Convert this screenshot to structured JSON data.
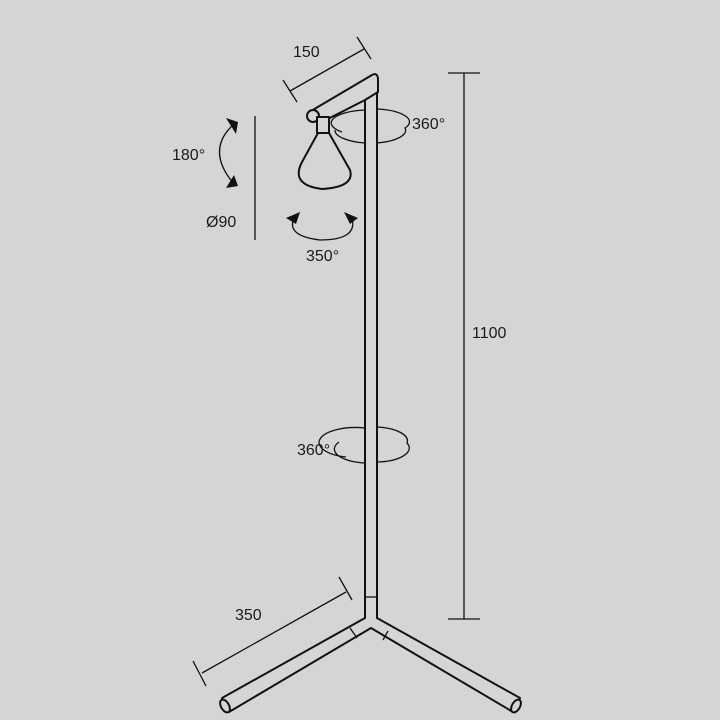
{
  "drawing": {
    "title": "Floor lamp dimension drawing",
    "dimensions": {
      "arm_length": "150",
      "height": "1100",
      "leg_length": "350",
      "shade_diameter": "Ø90"
    },
    "rotations": {
      "arm_rotation": "360°",
      "pole_rotation": "360°",
      "shade_tilt": "180°",
      "shade_swivel": "350°"
    }
  }
}
